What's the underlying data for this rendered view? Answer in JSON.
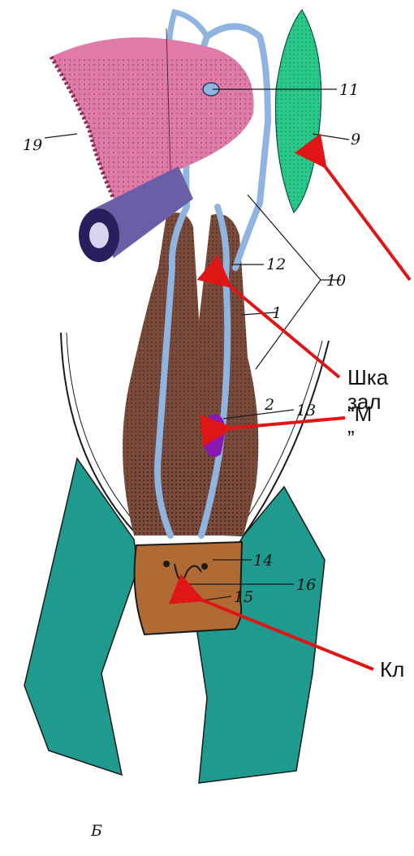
{
  "numbers": {
    "n11": "11",
    "n9": "9",
    "n19": "19",
    "n12": "12",
    "n10": "10",
    "n1": "1",
    "n2": "2",
    "n13": "13",
    "n14": "14",
    "n16": "16",
    "n15": "15"
  },
  "figure_letter": "Б",
  "labels": {
    "ampulla_line1": "Шка",
    "ampulla_line2": "зал",
    "seminal_line1": "“М",
    "seminal_line2": "”",
    "gland_line1": "Кл"
  },
  "colors": {
    "bladder": "#e07aa8",
    "testis": "#28c98a",
    "rectum": "#6a5fa6",
    "duct": "#8fb4e0",
    "prostate": "#7a4a3a",
    "gland": "#b06a34",
    "pelvis": "#1f9a8e",
    "arrow": "#e01616"
  }
}
